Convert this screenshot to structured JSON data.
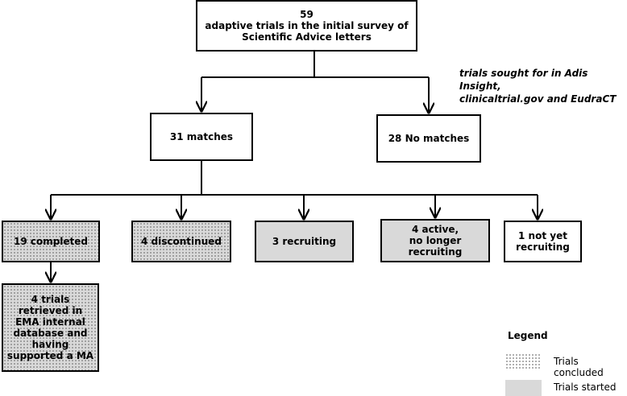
{
  "diagram": {
    "root": "59\nadaptive trials in the initial survey of\nScientific Advice letters",
    "note": "trials sought for in Adis Insight,\nclinicaltrial.gov and EudraCT",
    "matches": "31 matches",
    "no_matches": "28 No matches",
    "outcomes": {
      "completed": "19 completed",
      "discontinued": "4 discontinued",
      "recruiting": "3 recruiting",
      "active": "4 active,\nno longer\nrecruiting",
      "not_yet": "1 not yet\nrecruiting"
    },
    "retrieved": "4 trials\nretrieved in\nEMA internal\ndatabase and\nhaving\nsupported a MA"
  },
  "legend": {
    "title": "Legend",
    "concluded": "Trials concluded",
    "started": "Trials started"
  },
  "colors": {
    "started_fill": "#d9d9d9",
    "stroke": "#000000"
  }
}
